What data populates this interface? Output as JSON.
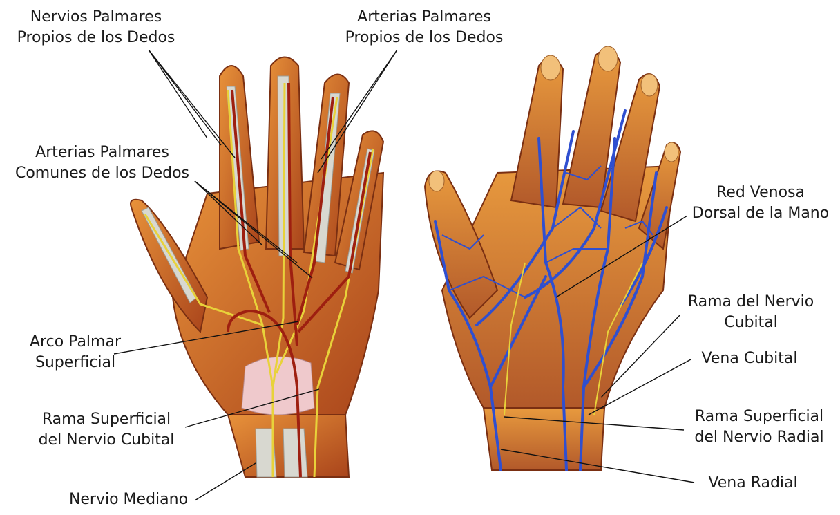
{
  "colors": {
    "skin": "#d9822b",
    "skin_dark": "#a8451c",
    "muscle": "#b8502a",
    "tendon": "#d9d9d2",
    "nerve": "#e8d23a",
    "artery": "#9e1f10",
    "vein": "#2f4fd0",
    "nail": "#f2c07a",
    "ligament": "#efc9cc",
    "leader": "#111111"
  },
  "palmar_labels": {
    "nervios_palmares_propios": [
      "Nervios Palmares",
      "Propios de los Dedos"
    ],
    "arterias_palmares_propios": [
      "Arterias Palmares",
      "Propios de los Dedos"
    ],
    "arterias_palmares_comunes": [
      "Arterias Palmares",
      "Comunes de los Dedos"
    ],
    "arco_palmar": [
      "Arco Palmar",
      "Superficial"
    ],
    "rama_superficial_cubital": [
      "Rama Superficial",
      "del Nervio Cubital"
    ],
    "nervio_mediano": [
      "Nervio Mediano"
    ]
  },
  "dorsal_labels": {
    "red_venosa": [
      "Red Venosa",
      "Dorsal de la Mano"
    ],
    "rama_nervio_cubital": [
      "Rama del Nervio",
      "Cubital"
    ],
    "vena_cubital": [
      "Vena Cubital"
    ],
    "rama_superficial_radial": [
      "Rama Superficial",
      "del Nervio Radial"
    ],
    "vena_radial": [
      "Vena Radial"
    ]
  }
}
